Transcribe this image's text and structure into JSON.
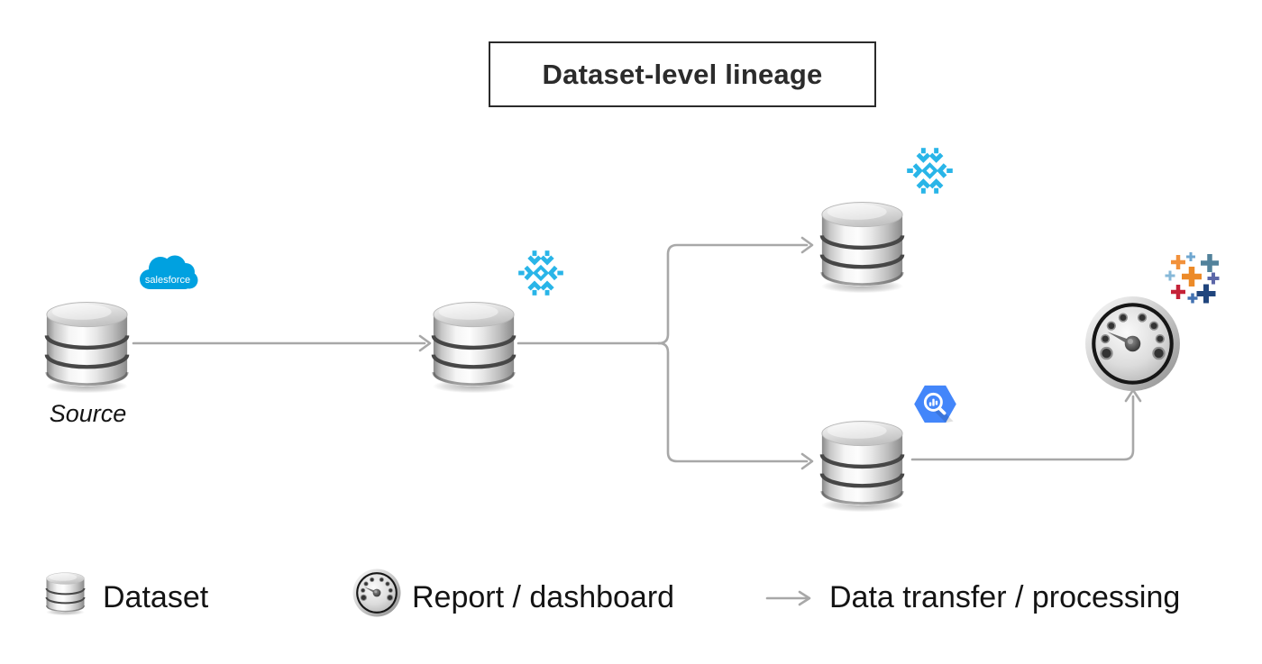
{
  "title": "Dataset-level lineage",
  "diagram": {
    "source_label": "Source",
    "salesforce_text": "salesforce",
    "nodes": [
      {
        "id": "source",
        "type": "dataset",
        "label": "Source",
        "system_icon": "salesforce-logo"
      },
      {
        "id": "warehouse-staging",
        "type": "dataset",
        "label": "",
        "system_icon": "snowflake-logo"
      },
      {
        "id": "warehouse-mart",
        "type": "dataset",
        "label": "",
        "system_icon": "snowflake-logo"
      },
      {
        "id": "bigquery-dataset",
        "type": "dataset",
        "label": "",
        "system_icon": "bigquery-logo"
      },
      {
        "id": "report",
        "type": "report-dashboard",
        "label": "",
        "system_icon": "tableau-logo"
      }
    ],
    "edges": [
      {
        "from": "source",
        "to": "warehouse-staging"
      },
      {
        "from": "warehouse-staging",
        "to": "warehouse-mart"
      },
      {
        "from": "warehouse-staging",
        "to": "bigquery-dataset"
      },
      {
        "from": "bigquery-dataset",
        "to": "report"
      }
    ],
    "colors": {
      "salesforce_blue": "#00A1E0",
      "snowflake_blue": "#29B5E8",
      "bigquery_blue": "#4386FA",
      "arrow_gray": "#A8A8A8",
      "title_text": "#2B2B2B",
      "tableau_palette": [
        "#F2913B",
        "#6FA7D0",
        "#52829B",
        "#86B8D8",
        "#EC8A28",
        "#5C67A8",
        "#C52238",
        "#20457D",
        "#4473B2"
      ]
    }
  },
  "legend": {
    "items": [
      {
        "icon": "dataset-cylinder-icon",
        "label": "Dataset"
      },
      {
        "icon": "gauge-icon",
        "label": "Report / dashboard"
      },
      {
        "icon": "arrow-icon",
        "label": "Data transfer / processing"
      }
    ]
  }
}
